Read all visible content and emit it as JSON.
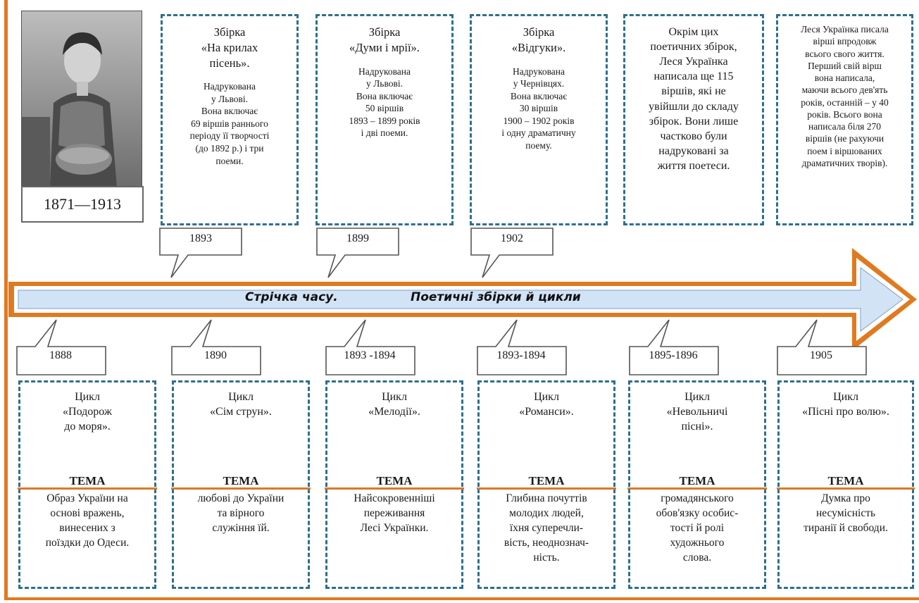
{
  "portrait": {
    "years": "1871—1913"
  },
  "ribbon": {
    "left_text": "Стрічка   часу.",
    "right_text": "Поетичні збірки й цикли"
  },
  "collections": [
    {
      "year": "1893",
      "title": "Збірка\n«На крилах\nпісень».",
      "desc": "Надрукована\nу Львові.\nВона включає\n69 віршів раннього\nперіоду її творчості\n(до 1892 р.) і три\nпоеми."
    },
    {
      "year": "1899",
      "title": "Збірка\n«Думи і мрії».",
      "desc": "Надрукована\nу Львові.\nВона включає\n50 віршів\n1893 – 1899 років\nі дві поеми."
    },
    {
      "year": "1902",
      "title": "Збірка\n«Відгуки».",
      "desc": "Надрукована\nу Чернівцях.\nВона включає\n30 віршів\n1900 – 1902 років\nі одну драматичну\nпоему."
    }
  ],
  "notes": [
    {
      "text": "Окрім цих\nпоетичних збірок,\nЛеся Українка\nнаписала ще 115\nвіршів, які не\nувійшли до складу\nзбірок. Вони лише\nчастково були\nнадруковані за\nжиття поетеси."
    },
    {
      "text": "Леся Українка писала\nвірші впродовж\nвсього свого життя.\nПерший свій вірш\nвона написала,\nмаючи всього дев'ять\nроків, останній – у 40\nроків. Всього вона\nнаписала біля 270\nвіршів (не рахуючи\nпоем і віршованих\nдраматичних творів)."
    }
  ],
  "cycles": [
    {
      "year": "1888",
      "title": "Цикл\n«Подорож\nдо моря».",
      "tema_label": "ТЕМА",
      "tema": "Образ України на\nоснові вражень,\nвинесених з\nпоїздки до Одеси."
    },
    {
      "year": "1890",
      "title": "Цикл\n«Сім струн».",
      "tema_label": "ТЕМА",
      "tema": "любові до України\nта вірного\nслужіння їй."
    },
    {
      "year": "1893 -1894",
      "title": "Цикл\n«Мелодії».",
      "tema_label": "ТЕМА",
      "tema": "Найсокровенніші\nпереживання\nЛесі Українки."
    },
    {
      "year": "1893-1894",
      "title": "Цикл\n«Романси».",
      "tema_label": "ТЕМА",
      "tema": "Глибина почуттів\nмолодих людей,\nїхня суперечли-\nвість, неоднознач-\nність."
    },
    {
      "year": "1895-1896",
      "title": "Цикл\n«Невольничі\nпісні».",
      "tema_label": "ТЕМА",
      "tema": "громадянського\nобов'язку особис-\nтості й ролі\nхудожнього\nслова."
    },
    {
      "year": "1905",
      "title": "Цикл\n«Пісні про волю».",
      "tema_label": "ТЕМА",
      "tema": "Думка про\nнесумісність\nтиранії й свободи."
    }
  ]
}
